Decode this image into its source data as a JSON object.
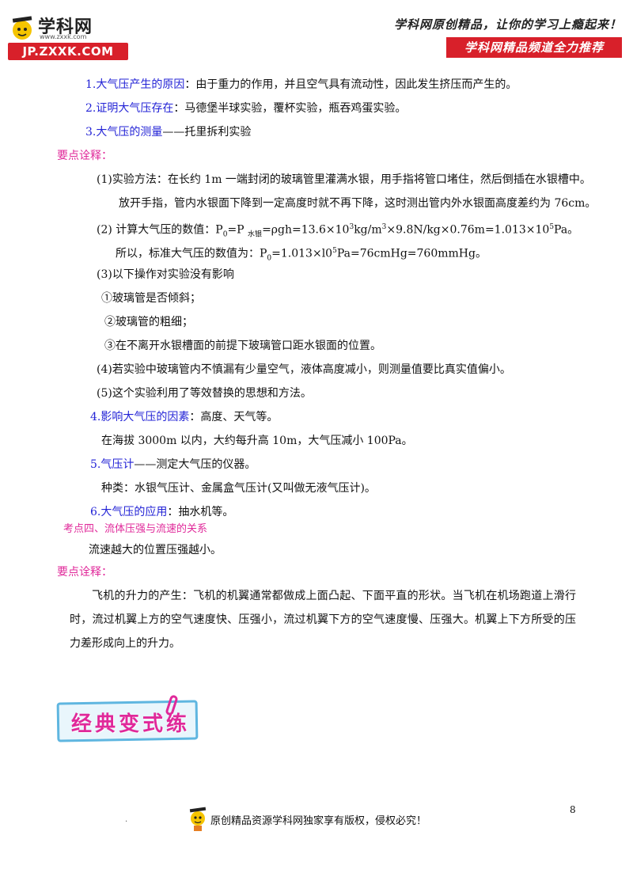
{
  "header": {
    "logo_cn": "学科网",
    "logo_url": "www.zxxk.com",
    "logo_jp": "JP.ZXXK.COM",
    "slogan": "学科网原创精品，让你的学习上瘾起来！",
    "banner": "学科网精品频道全力推荐"
  },
  "items": {
    "i1_head": "1.大气压产生的原因",
    "i1_body": "：由于重力的作用，并且空气具有流动性，因此发生挤压而产生的。",
    "i2_head": "2.证明大气压存在",
    "i2_body": "：马德堡半球实验，覆杯实验，瓶吞鸡蛋实验。",
    "i3_head": "3.大气压的测量",
    "i3_body": "——托里拆利实验",
    "keypoint1": "要点诠释：",
    "s1_a": "(1)实验方法：在长约 1m 一端封闭的玻璃管里灌满水银，用手指将管口堵住，然后倒插在水银槽中。",
    "s1_b": "放开手指，管内水银面下降到一定高度时就不再下降，这时测出管内外水银面高度差约为 76cm。",
    "s2_a_pre": "(2) 计算大气压的数值：P",
    "s2_a_sub0": "0",
    "s2_a_mid": "=P ",
    "s2_a_sub1": "水银",
    "s2_a_eq": "=ρgh=13.6×10",
    "s2_a_sup1": "3",
    "s2_a_u1": "kg/m",
    "s2_a_sup2": "3",
    "s2_a_rest": "×9.8N/kg×0.76m=1.013×10",
    "s2_a_sup3": "5",
    "s2_a_end": "Pa。",
    "s2_b_pre": "所以，标准大气压的数值为：P",
    "s2_b_sub": "0",
    "s2_b_mid": "=1.013×l0",
    "s2_b_sup": "5",
    "s2_b_end": "Pa=76cmHg=760mmHg。",
    "s3": "(3)以下操作对实验没有影响",
    "s3_1": "①玻璃管是否倾斜；",
    "s3_2": "②玻璃管的粗细；",
    "s3_3": "③在不离开水银槽面的前提下玻璃管口距水银面的位置。",
    "s4": "(4)若实验中玻璃管内不慎漏有少量空气，液体高度减小，则测量值要比真实值偏小。",
    "s5": "(5)这个实验利用了等效替换的思想和方法。",
    "i4_head": "4.影响大气压的因素",
    "i4_body": "：高度、天气等。",
    "i4_note": "在海拔 3000m 以内，大约每升高 10m，大气压减小 100Pa。",
    "i5_head": "5.气压计",
    "i5_body": "——测定大气压的仪器。",
    "i5_note": "种类：水银气压计、金属盒气压计(又叫做无液气压计)。",
    "i6_head": "6.大气压的应用",
    "i6_body": "：抽水机等。",
    "kp4_title": "考点四、流体压强与流速的关系",
    "kp4_body": "流速越大的位置压强越小。",
    "keypoint2": "要点诠释：",
    "lift_para": "飞机的升力的产生：飞机的机翼通常都做成上面凸起、下面平直的形状。当飞机在机场跑道上滑行时，流过机翼上方的空气速度快、压强小，流过机翼下方的空气速度慢、压强大。机翼上下方所受的压力差形成向上的升力。"
  },
  "badge": {
    "label": "经典变式练"
  },
  "footer": {
    "page_number": "8",
    "text": "原创精品资源学科网独家享有版权，侵权必究！",
    "dot": "."
  },
  "colors": {
    "heading_blue": "#2323d6",
    "keypoint_pink": "#e0299a",
    "brand_red": "#d8202a",
    "badge_border": "#5fb6e0"
  }
}
